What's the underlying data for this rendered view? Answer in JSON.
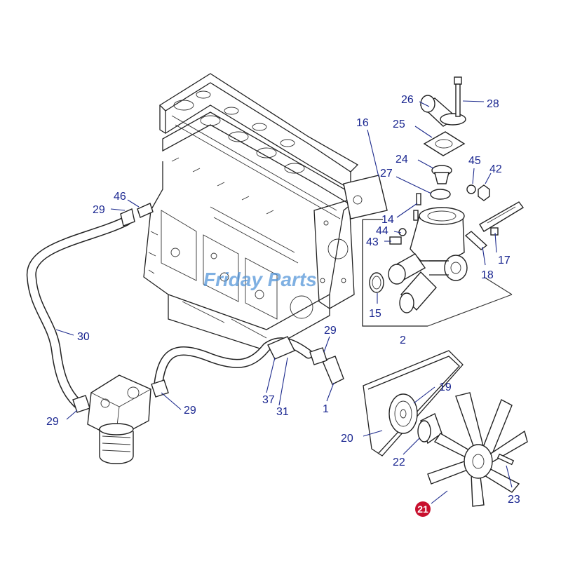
{
  "watermark": "Friday Parts",
  "labels": {
    "l1": "1",
    "l2": "2",
    "l14": "14",
    "l15": "15",
    "l16": "16",
    "l17": "17",
    "l18": "18",
    "l19": "19",
    "l20": "20",
    "l21": "21",
    "l22": "22",
    "l23": "23",
    "l24": "24",
    "l25": "25",
    "l26": "26",
    "l27": "27",
    "l28": "28",
    "l29a": "29",
    "l29b": "29",
    "l29c": "29",
    "l29d": "29",
    "l30": "30",
    "l31": "31",
    "l37": "37",
    "l42": "42",
    "l43": "43",
    "l44": "44",
    "l45": "45",
    "l46": "46"
  },
  "colors": {
    "label": "#1a2690",
    "badge": "#c8102e",
    "watermark": "#4a8fd6"
  }
}
